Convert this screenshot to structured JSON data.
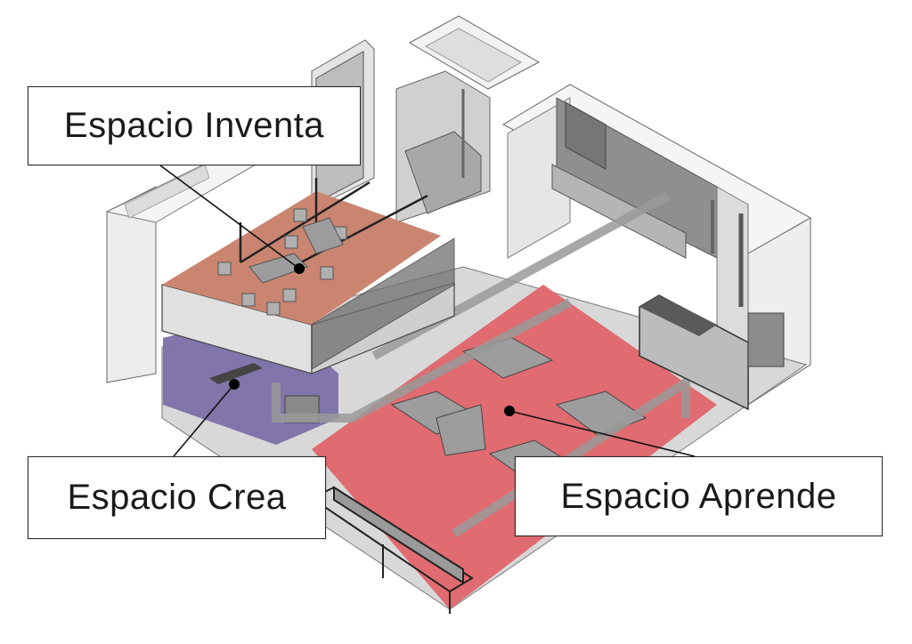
{
  "zones": [
    {
      "id": "inventa",
      "label": "Espacio Inventa",
      "color": "#c98570"
    },
    {
      "id": "crea",
      "label": "Espacio Crea",
      "color": "#7c70a8"
    },
    {
      "id": "aprende",
      "label": "Espacio Aprende",
      "color": "#e0666c"
    }
  ],
  "colors": {
    "wall_light": "#eeeeee",
    "wall_mid": "#d4d4d4",
    "wall_dark": "#9e9e9e",
    "glass": "#7d7d7d",
    "outline": "#222222"
  }
}
